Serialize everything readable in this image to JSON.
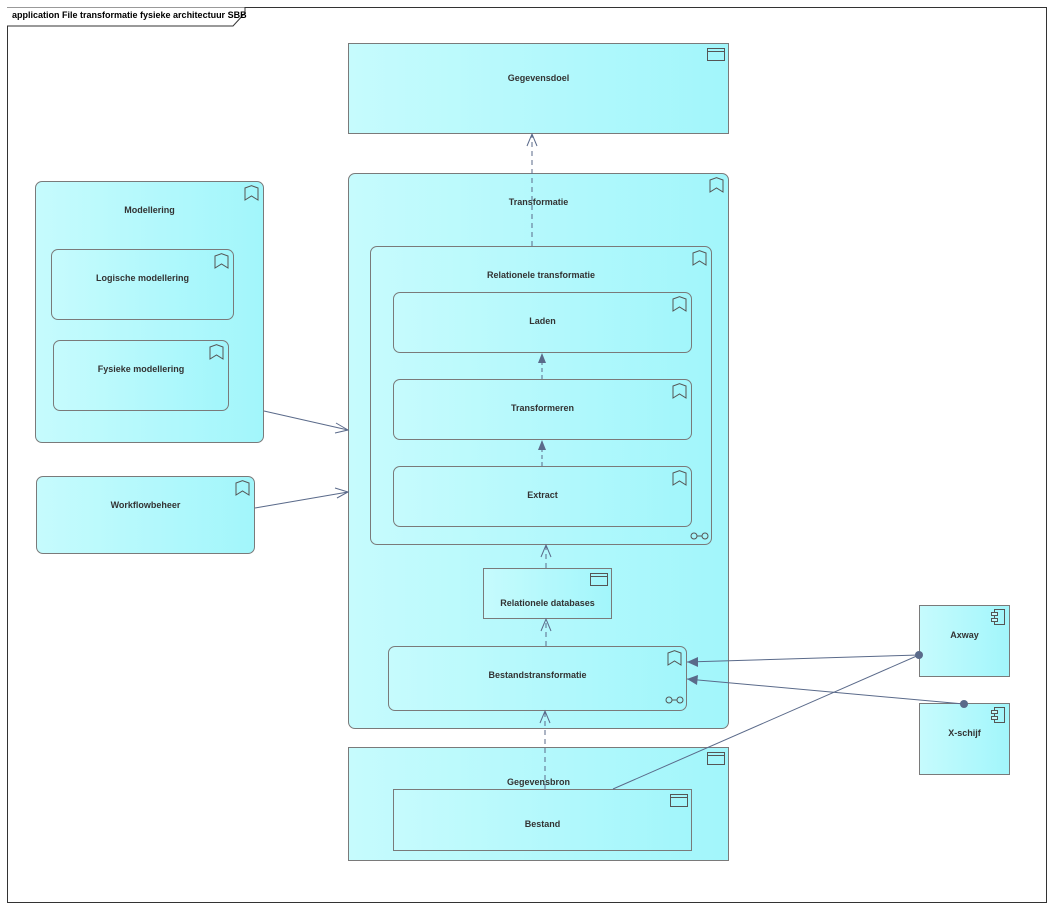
{
  "diagram": {
    "title": "application File transformatie fysieke architectuur SBB",
    "elements": {
      "gegevensdoel": "Gegevensdoel",
      "transformatie": "Transformatie",
      "relationele_transformatie": "Relationele transformatie",
      "laden": "Laden",
      "transformeren": "Transformeren",
      "extract": "Extract",
      "relationele_databases": "Relationele databases",
      "bestandstransformatie": "Bestandstransformatie",
      "modellering": "Modellering",
      "logische_modellering": "Logische modellering",
      "fysieke_modellering": "Fysieke modellering",
      "workflowbeheer": "Workflowbeheer",
      "gegevensbron": "Gegevensbron",
      "bestand": "Bestand",
      "axway": "Axway",
      "x_schijf": "X-schijf"
    }
  },
  "colors": {
    "fill_light": "#c6fbfd",
    "fill_dark": "#a2f6fb",
    "border": "#7a7a7a",
    "connector": "#5a6a8a"
  },
  "icons": {
    "function": "function-icon",
    "data_object": "data-object-icon",
    "component": "component-icon",
    "collaboration": "interaction-icon"
  }
}
